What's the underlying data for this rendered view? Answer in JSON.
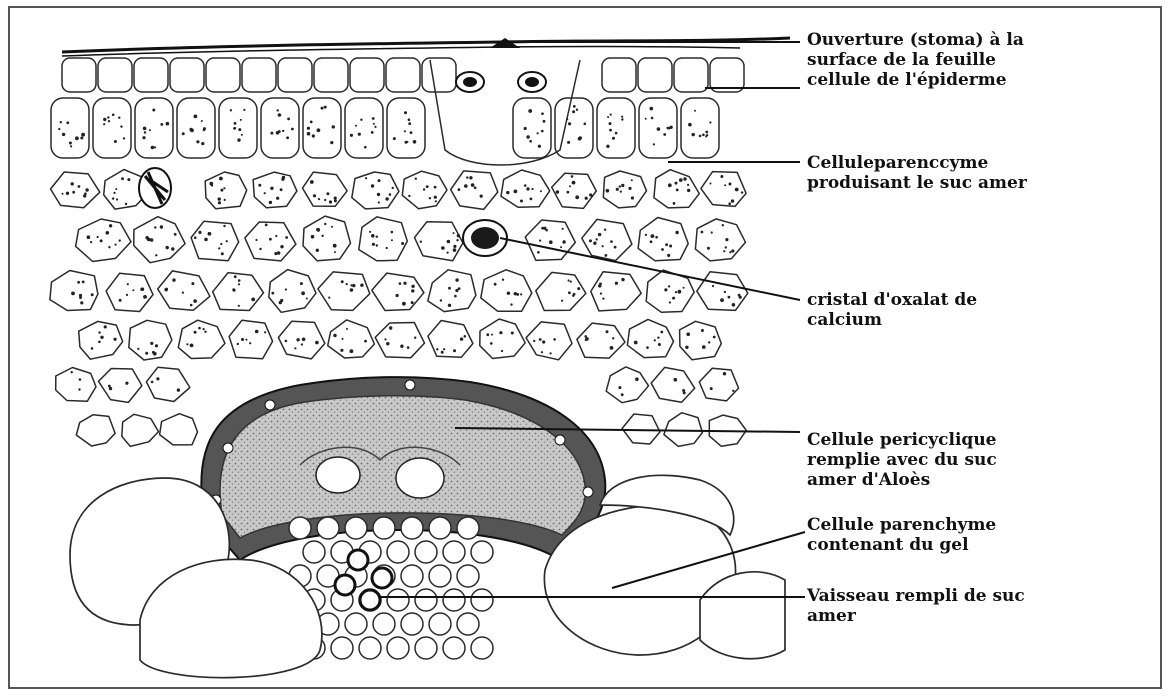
{
  "labels": {
    "stoma": "Ouverture (stoma) à la\nsurface de la feuille\ncellule de l'épiderme",
    "parenchyma_bitter": "Celluleparenccyme\nproduisant le suc amer",
    "crystal": "cristal d'oxalat de\ncalcium",
    "pericyclic": "Cellule pericyclique\nremplie avec du suc\namer d'Aloès",
    "gel_parenchyma": "Cellule parenchyme\ncontenant du gel",
    "vessel": "Vaisseau rempli de suc\namer"
  },
  "colors": {
    "ink": "#111111",
    "frame": "#555555",
    "bundle_sheath": "#555555",
    "pericycle_fill": "#bdbdbd"
  }
}
